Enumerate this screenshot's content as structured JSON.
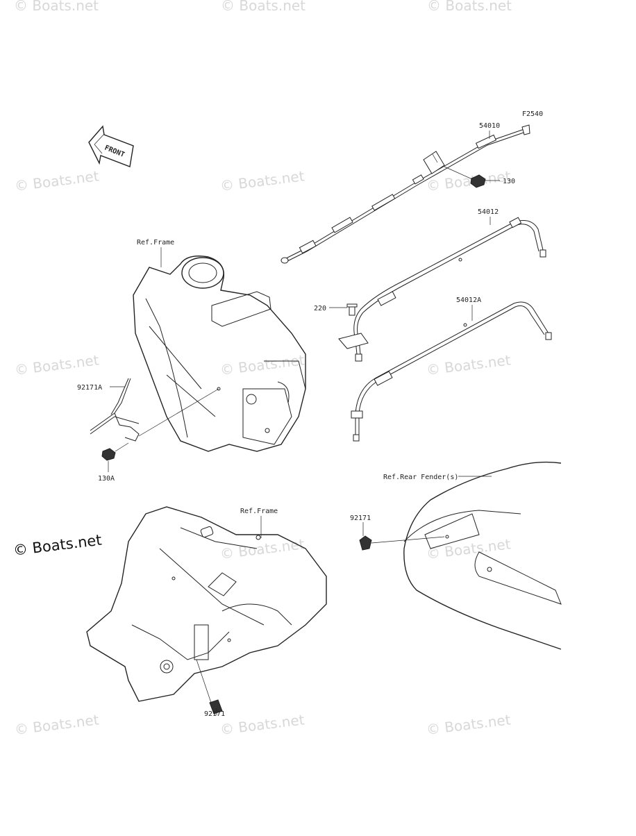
{
  "diagram": {
    "code": "F2540",
    "front_label": "FRONT",
    "parts": [
      {
        "id": "54010",
        "label": "54010"
      },
      {
        "id": "130",
        "label": "130"
      },
      {
        "id": "54012",
        "label": "54012"
      },
      {
        "id": "220",
        "label": "220"
      },
      {
        "id": "54012A",
        "label": "54012A"
      },
      {
        "id": "92171A",
        "label": "92171A"
      },
      {
        "id": "130A",
        "label": "130A"
      },
      {
        "id": "92171-upper",
        "label": "92171"
      },
      {
        "id": "92171-lower",
        "label": "92171"
      }
    ],
    "references": [
      {
        "id": "ref-frame-top",
        "label": "Ref.Frame"
      },
      {
        "id": "ref-frame-bottom",
        "label": "Ref.Frame"
      },
      {
        "id": "ref-rear-fender",
        "label": "Ref.Rear Fender(s)"
      }
    ]
  },
  "watermark": {
    "text": "© Boats.net"
  }
}
